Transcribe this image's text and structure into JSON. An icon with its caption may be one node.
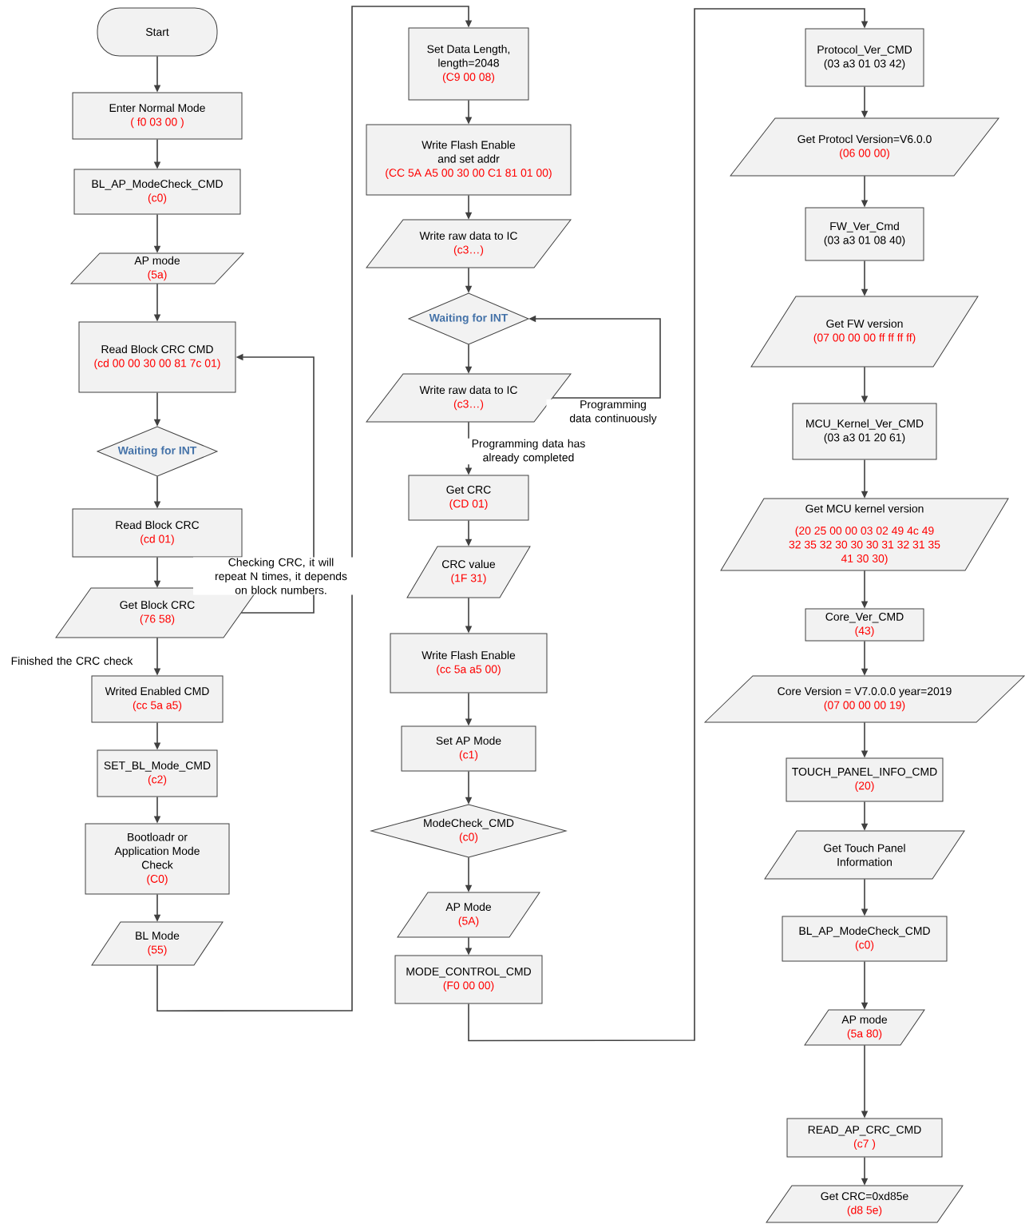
{
  "diagram": {
    "nodes": [
      {
        "text": [
          "Start"
        ]
      },
      {
        "text": [
          "Enter Normal Mode",
          "( f0 03 00 )"
        ]
      },
      {
        "text": [
          "BL_AP_ModeCheck_CMD",
          "(c0)"
        ]
      },
      {
        "text": [
          "AP mode",
          "(5a)"
        ]
      },
      {
        "text": [
          "Read Block CRC CMD",
          "(cd 00 00 30  00 81 7c 01)"
        ]
      },
      {
        "text": [
          "Waiting  for INT"
        ]
      },
      {
        "text": [
          "Read Block CRC",
          "(cd 01)"
        ]
      },
      {
        "text": [
          "Get Block CRC",
          "(76 58)"
        ]
      },
      {
        "text": [
          "Writed Enabled CMD",
          "(cc 5a a5)"
        ]
      },
      {
        "text": [
          "SET_BL_Mode_CMD",
          "(c2)"
        ]
      },
      {
        "text": [
          "Bootloadr or Application Mode Check",
          "(C0)"
        ]
      },
      {
        "text": [
          "BL Mode",
          "(55)"
        ]
      },
      {
        "text": [
          "Set Data Length, length=2048",
          "(C9 00 08)"
        ]
      },
      {
        "text": [
          "Write Flash Enable and set addr",
          "(CC 5A A5 00 30 00 C1 81 01 00)"
        ]
      },
      {
        "text": [
          "Write raw data to IC",
          "(c3…)"
        ]
      },
      {
        "text": [
          "Waiting  for INT"
        ]
      },
      {
        "text": [
          "Write raw data to IC",
          "(c3…)"
        ]
      },
      {
        "text": [
          "Get CRC",
          "(CD 01)"
        ]
      },
      {
        "text": [
          "CRC value",
          "(1F 31)"
        ]
      },
      {
        "text": [
          "Write Flash Enable",
          "(cc 5a a5 00)"
        ]
      },
      {
        "text": [
          "Set AP Mode",
          "(c1)"
        ]
      },
      {
        "text": [
          "ModeCheck_CMD",
          "(c0)"
        ]
      },
      {
        "text": [
          "AP Mode",
          "(5A)"
        ]
      },
      {
        "text": [
          "MODE_CONTROL_CMD",
          "(F0 00 00)"
        ]
      },
      {
        "text": [
          "Protocol_Ver_CMD",
          "(03 a3 01 03  42)"
        ]
      },
      {
        "text": [
          "Get Protocl Version=V6.0.0",
          "(06 00 00)"
        ]
      },
      {
        "text": [
          "FW_Ver_Cmd",
          "(03 a3 01 08  40)"
        ]
      },
      {
        "text": [
          "Get FW version",
          "(07 00 00 00  ff ff ff ff)"
        ]
      },
      {
        "text": [
          "MCU_Kernel_Ver_CMD",
          "(03 a3 01 20  61)"
        ]
      },
      {
        "text": [
          "Get MCU kernel version",
          "(20 25 00 00  03 02 49 4c  49 32 35 32  30 30 30 31  32 31 35 41  30 30)"
        ]
      },
      {
        "text": [
          "Core_Ver_CMD",
          "(43)"
        ]
      },
      {
        "text": [
          "Core Version = V7.0.0.0 year=2019",
          "(07 00 00 00  19)"
        ]
      },
      {
        "text": [
          "TOUCH_PANEL_INFO_CMD",
          "(20)"
        ]
      },
      {
        "text": [
          "Get Touch Panel Information"
        ]
      },
      {
        "text": [
          "BL_AP_ModeCheck_CMD",
          "(c0)"
        ]
      },
      {
        "text": [
          "AP mode",
          "(5a 80)"
        ]
      },
      {
        "text": [
          "READ_AP_CRC_CMD",
          "(c7 )"
        ]
      },
      {
        "text": [
          "Get CRC=0xd85e",
          "(d8 5e)"
        ]
      }
    ],
    "edges": [
      {
        "from": 0,
        "to": 1,
        "arrow": "to"
      },
      {
        "from": 1,
        "to": 2,
        "arrow": "to"
      },
      {
        "from": 2,
        "to": 3,
        "arrow": "to"
      },
      {
        "from": 3,
        "to": 4,
        "arrow": "to"
      },
      {
        "from": 4,
        "to": 5,
        "arrow": "to"
      },
      {
        "from": 5,
        "to": 6,
        "arrow": "to"
      },
      {
        "from": 6,
        "to": 7,
        "arrow": "to"
      },
      {
        "from": 7,
        "to": 4,
        "arrow": "to",
        "label": "Checking CRC, it will repeat N times, it depends on block numbers."
      },
      {
        "from": 7,
        "to": 8,
        "arrow": "to",
        "label": "Finished the CRC check"
      },
      {
        "from": 8,
        "to": 9,
        "arrow": "to"
      },
      {
        "from": 9,
        "to": 10,
        "arrow": "to"
      },
      {
        "from": 10,
        "to": 11,
        "arrow": "to"
      },
      {
        "from": 11,
        "to": 12,
        "arrow": "to"
      },
      {
        "from": 12,
        "to": 13,
        "arrow": "to"
      },
      {
        "from": 13,
        "to": 14,
        "arrow": "to"
      },
      {
        "from": 14,
        "to": 15,
        "arrow": "to"
      },
      {
        "from": 15,
        "to": 16,
        "arrow": "to"
      },
      {
        "from": 16,
        "to": 15,
        "arrow": "to",
        "label": "Programming data continuously"
      },
      {
        "from": 16,
        "to": 17,
        "arrow": "to",
        "label": "Programming data has already completed"
      },
      {
        "from": 17,
        "to": 18,
        "arrow": "to"
      },
      {
        "from": 18,
        "to": 19,
        "arrow": "to"
      },
      {
        "from": 19,
        "to": 20,
        "arrow": "to"
      },
      {
        "from": 20,
        "to": 21,
        "arrow": "to"
      },
      {
        "from": 21,
        "to": 22,
        "arrow": "to"
      },
      {
        "from": 22,
        "to": 23,
        "arrow": "to"
      },
      {
        "from": 23,
        "to": 24,
        "arrow": "to"
      },
      {
        "from": 24,
        "to": 25,
        "arrow": "to"
      },
      {
        "from": 25,
        "to": 26,
        "arrow": "to"
      },
      {
        "from": 26,
        "to": 27,
        "arrow": "to"
      },
      {
        "from": 27,
        "to": 28,
        "arrow": "to"
      },
      {
        "from": 28,
        "to": 29,
        "arrow": "to"
      },
      {
        "from": 29,
        "to": 30,
        "arrow": "to"
      },
      {
        "from": 30,
        "to": 31,
        "arrow": "to"
      },
      {
        "from": 31,
        "to": 32,
        "arrow": "to"
      },
      {
        "from": 32,
        "to": 33,
        "arrow": "to"
      },
      {
        "from": 33,
        "to": 34,
        "arrow": "to"
      },
      {
        "from": 34,
        "to": 35,
        "arrow": "to"
      },
      {
        "from": 35,
        "to": 36,
        "arrow": "to"
      },
      {
        "from": 36,
        "to": 37,
        "arrow": "to"
      }
    ]
  }
}
